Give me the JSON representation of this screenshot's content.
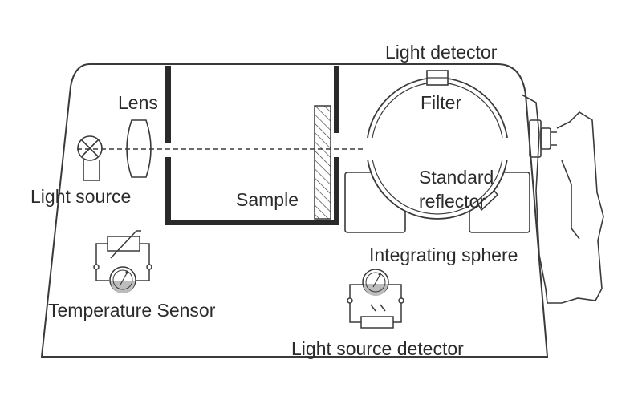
{
  "labels": {
    "light_detector": "Light detector",
    "filter": "Filter",
    "lens": "Lens",
    "light_source": "Light source",
    "sample": "Sample",
    "standard_reflector_line1": "Standard",
    "standard_reflector_line2": "reflector",
    "integrating_sphere": "Integrating sphere",
    "temperature_sensor": "Temperature Sensor",
    "light_source_detector": "Light source detector"
  },
  "colors": {
    "stroke": "#3a3a3a",
    "text": "#2b2b2b",
    "meter_fill": "#bdbdbd",
    "background": "#ffffff"
  },
  "icons": [
    "light-bulb-icon",
    "thermistor-icon",
    "meter-icon",
    "photodiode-icon"
  ]
}
